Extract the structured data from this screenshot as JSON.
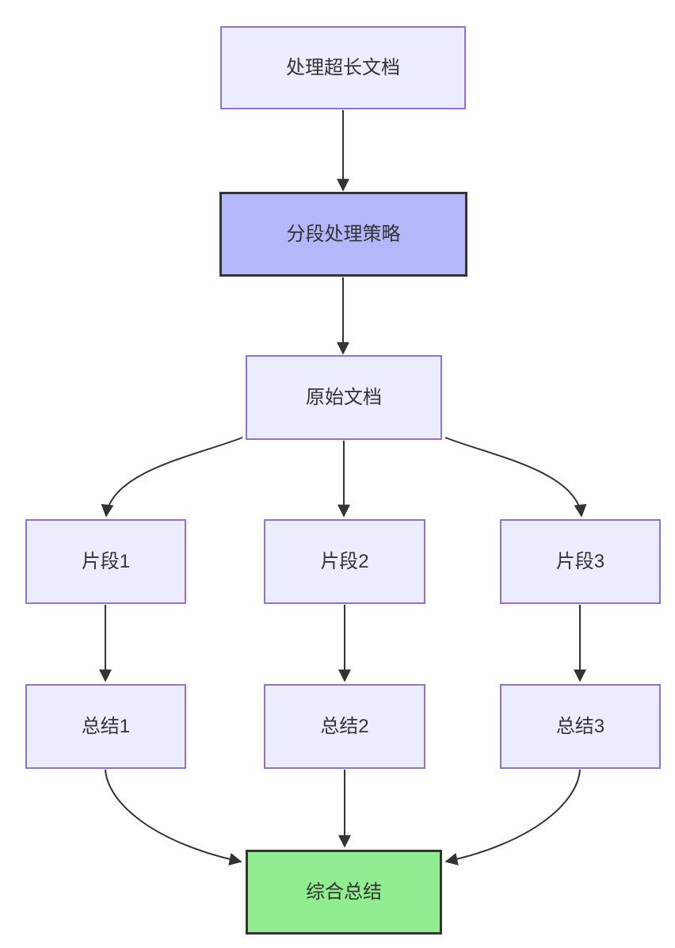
{
  "diagram": {
    "type": "flowchart",
    "direction": "top-down",
    "background_color": "#ffffff",
    "colors": {
      "node_fill": "#ECECFF",
      "node_border": "#9370DB",
      "highlight_fill": "#b5b7fb",
      "highlight_border": "#333333",
      "success_fill": "#90EE90",
      "success_border": "#333333",
      "edge_color": "#333333",
      "text_color": "#333333"
    },
    "nodes": [
      {
        "id": "A",
        "label": "处理超长文档",
        "style": "default"
      },
      {
        "id": "B",
        "label": "分段处理策略",
        "style": "highlight"
      },
      {
        "id": "C",
        "label": "原始文档",
        "style": "default"
      },
      {
        "id": "D1",
        "label": "片段1",
        "style": "default"
      },
      {
        "id": "D2",
        "label": "片段2",
        "style": "default"
      },
      {
        "id": "D3",
        "label": "片段3",
        "style": "default"
      },
      {
        "id": "E1",
        "label": "总结1",
        "style": "default"
      },
      {
        "id": "E2",
        "label": "总结2",
        "style": "default"
      },
      {
        "id": "E3",
        "label": "总结3",
        "style": "default"
      },
      {
        "id": "F",
        "label": "综合总结",
        "style": "success"
      }
    ],
    "edges": [
      {
        "from": "A",
        "to": "B"
      },
      {
        "from": "B",
        "to": "C"
      },
      {
        "from": "C",
        "to": "D1"
      },
      {
        "from": "C",
        "to": "D2"
      },
      {
        "from": "C",
        "to": "D3"
      },
      {
        "from": "D1",
        "to": "E1"
      },
      {
        "from": "D2",
        "to": "E2"
      },
      {
        "from": "D3",
        "to": "E3"
      },
      {
        "from": "E1",
        "to": "F"
      },
      {
        "from": "E2",
        "to": "F"
      },
      {
        "from": "E3",
        "to": "F"
      }
    ]
  }
}
